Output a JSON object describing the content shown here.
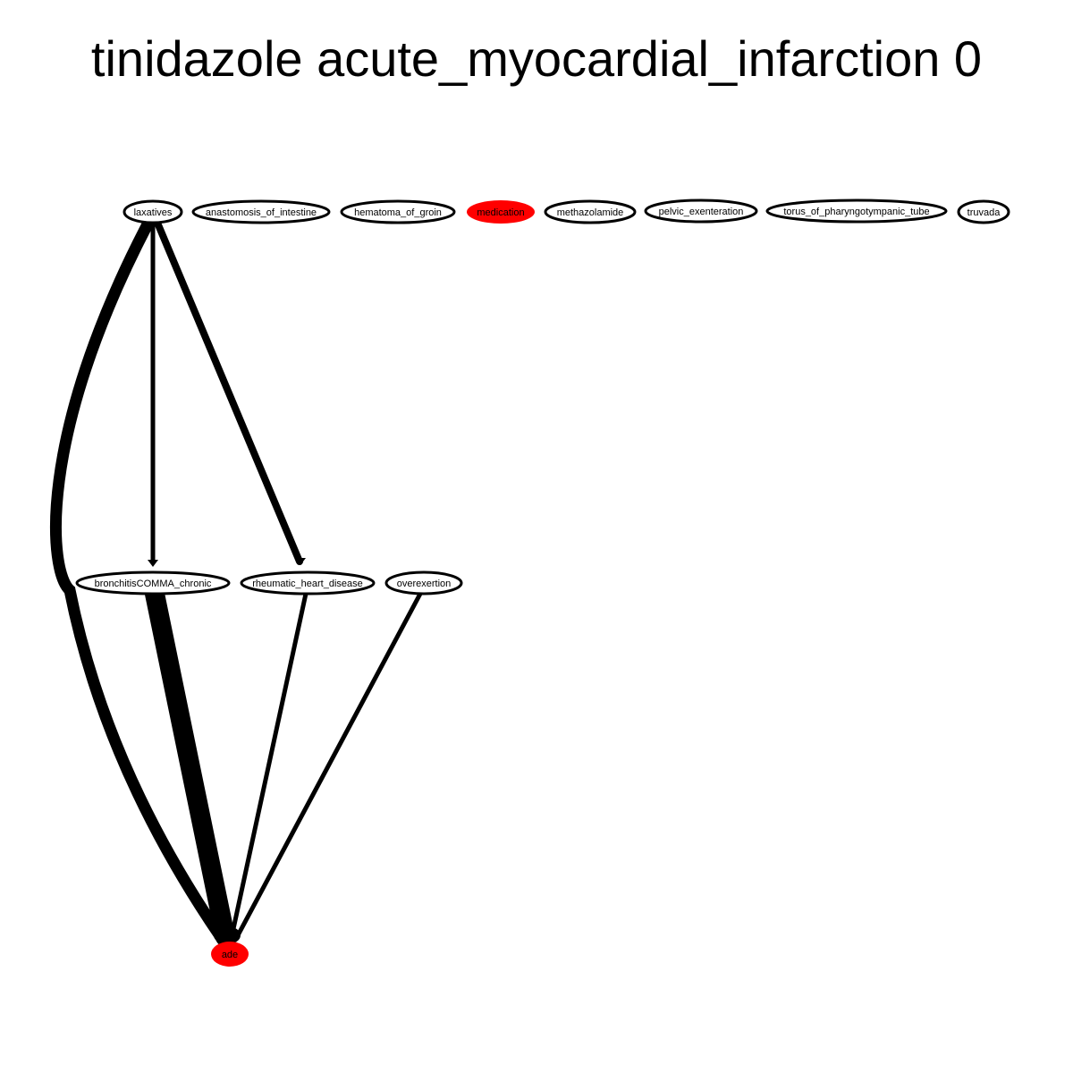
{
  "title": "tinidazole acute_myocardial_infarction 0",
  "colors": {
    "highlight": "#ff0000",
    "node_fill": "#ffffff",
    "stroke": "#000000"
  },
  "nodes": [
    {
      "id": "laxatives",
      "label": "laxatives",
      "highlight": false
    },
    {
      "id": "anastomosis_of_intestine",
      "label": "anastomosis_of_intestine",
      "highlight": false
    },
    {
      "id": "hematoma_of_groin",
      "label": "hematoma_of_groin",
      "highlight": false
    },
    {
      "id": "medication",
      "label": "medication",
      "highlight": true
    },
    {
      "id": "methazolamide",
      "label": "methazolamide",
      "highlight": false
    },
    {
      "id": "pelvic_exenteration",
      "label": "pelvic_exenteration",
      "highlight": false
    },
    {
      "id": "torus_of_pharyngotympanic_tube",
      "label": "torus_of_pharyngotympanic_tube",
      "highlight": false
    },
    {
      "id": "truvada",
      "label": "truvada",
      "highlight": false
    },
    {
      "id": "bronchitisCOMMA_chronic",
      "label": "bronchitisCOMMA_chronic",
      "highlight": false
    },
    {
      "id": "rheumatic_heart_disease",
      "label": "rheumatic_heart_disease",
      "highlight": false
    },
    {
      "id": "overexertion",
      "label": "overexertion",
      "highlight": false
    },
    {
      "id": "ade",
      "label": "ade",
      "highlight": true
    }
  ],
  "edges": [
    {
      "from": "laxatives",
      "to": "bronchitisCOMMA_chronic",
      "weight": "thin"
    },
    {
      "from": "laxatives",
      "to": "rheumatic_heart_disease",
      "weight": "medium"
    },
    {
      "from": "laxatives",
      "to": "ade",
      "weight": "thick",
      "curved": true
    },
    {
      "from": "bronchitisCOMMA_chronic",
      "to": "ade",
      "weight": "very-thick"
    },
    {
      "from": "rheumatic_heart_disease",
      "to": "ade",
      "weight": "thin"
    },
    {
      "from": "overexertion",
      "to": "ade",
      "weight": "thin"
    }
  ]
}
